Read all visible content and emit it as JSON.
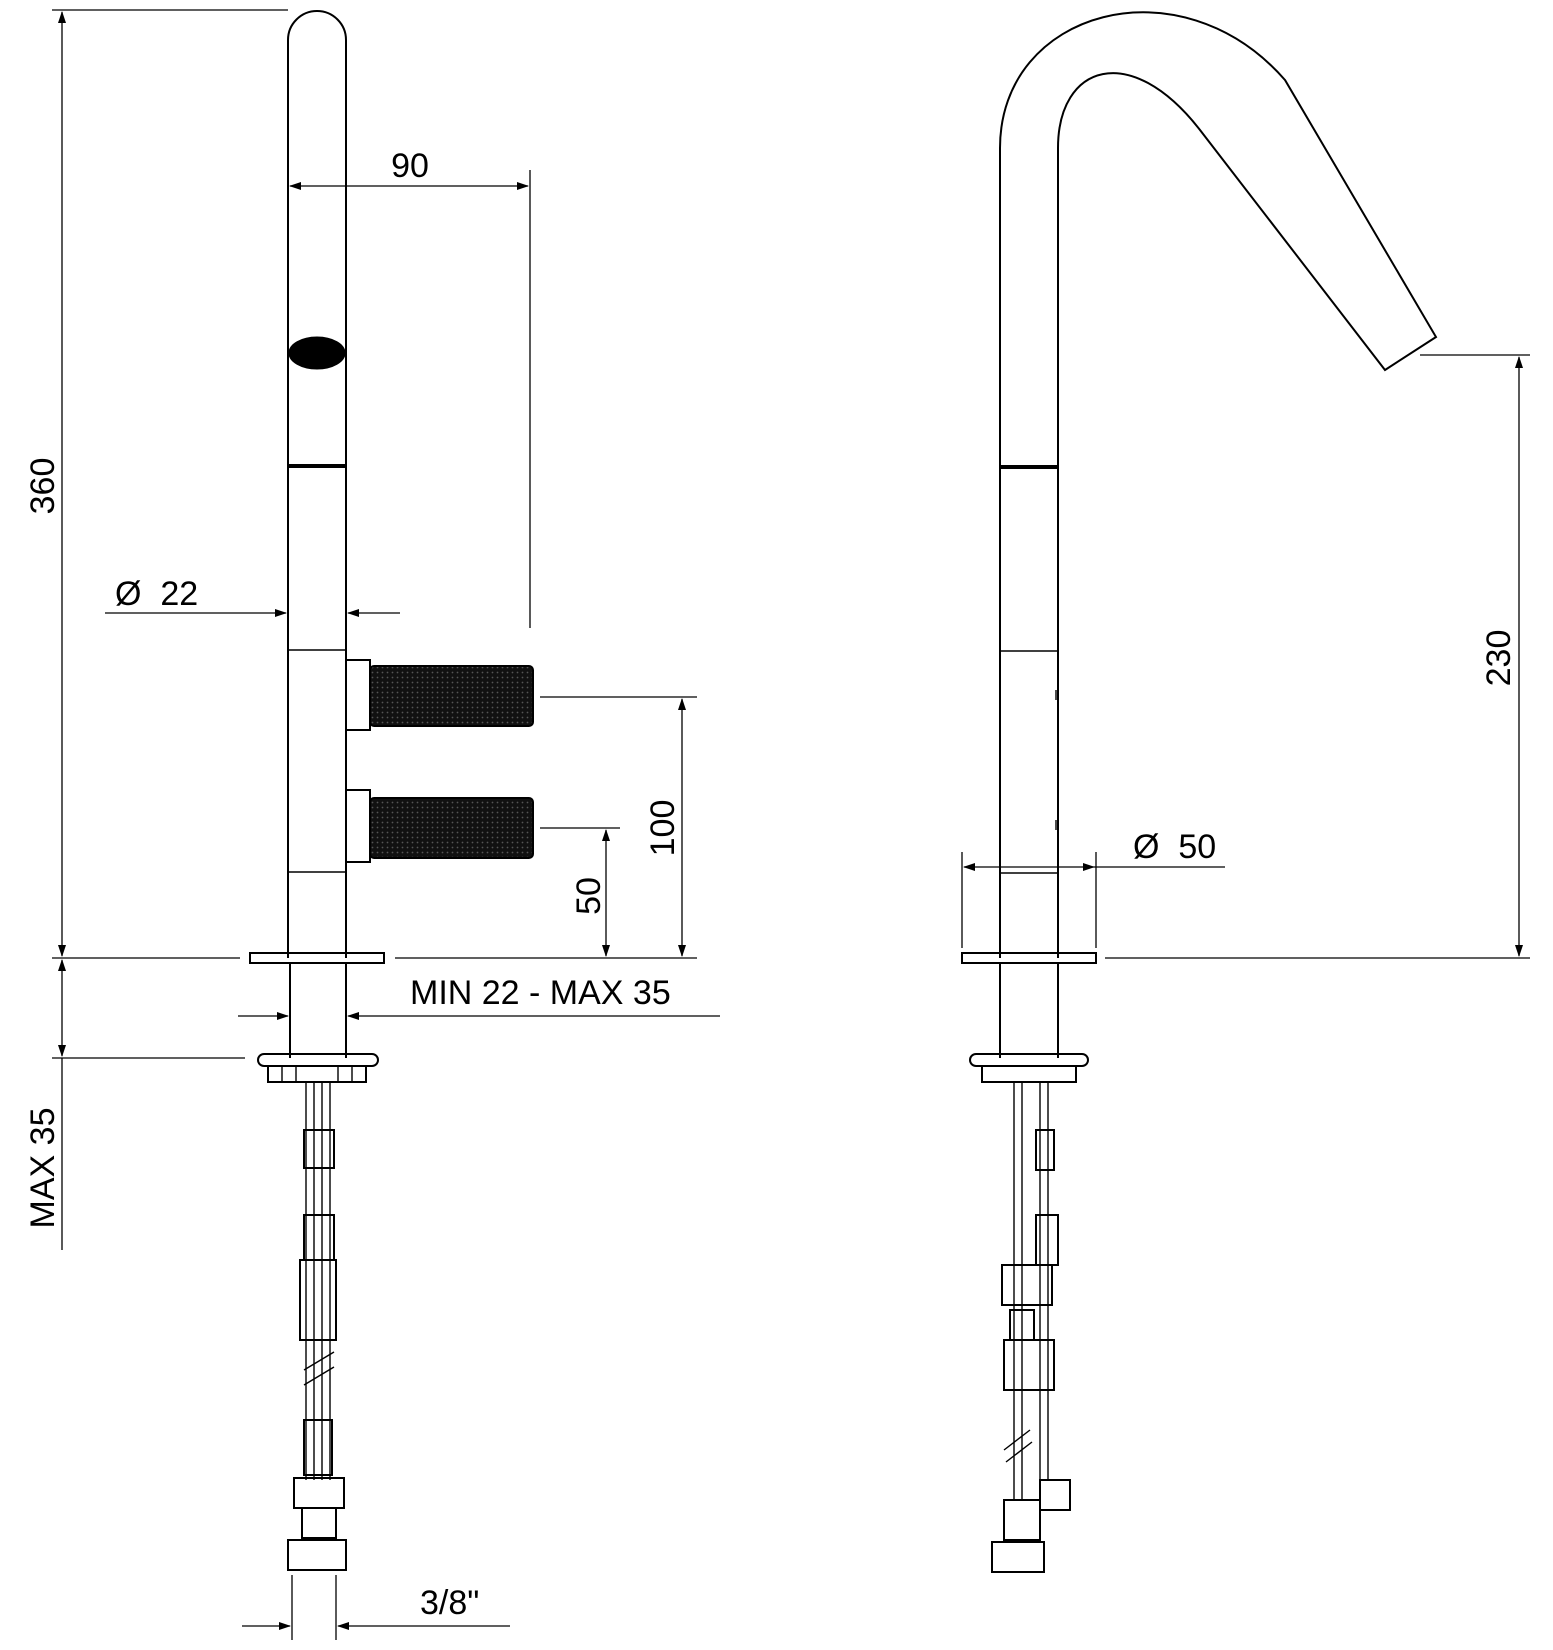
{
  "dimensions": {
    "height_total": "360",
    "spout_reach": "90",
    "spout_diameter": "Ø  22",
    "handle_upper": "100",
    "handle_lower": "50",
    "deck_thickness": "MIN 22 - MAX 35",
    "under_counter": "MAX 35",
    "connection_thread": "3/8\"",
    "outlet_height": "230",
    "base_diameter": "Ø  50"
  },
  "colors": {
    "line": "#000000",
    "background": "#ffffff"
  }
}
